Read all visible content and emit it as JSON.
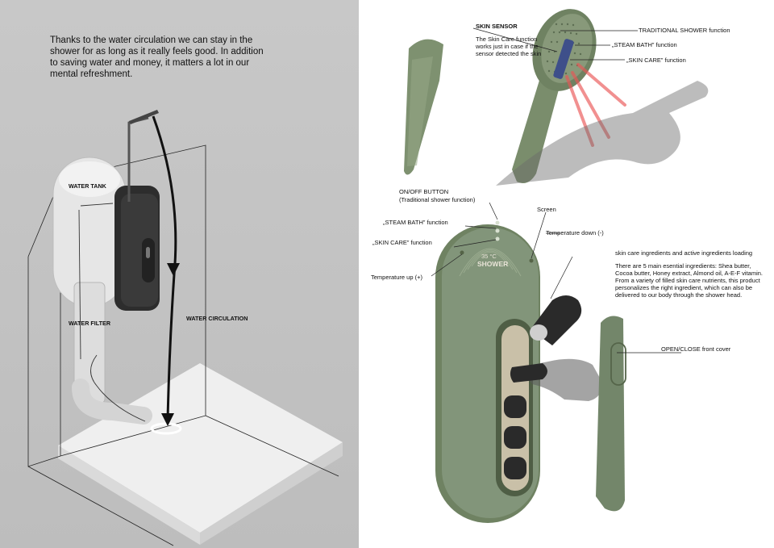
{
  "left": {
    "intro_text": " Thanks to the water circulation we can stay in the shower for as long as it really feels good. In addition to saving water and money, it matters a lot in our mental refreshment.",
    "labels": {
      "water_tank": "WATER TANK",
      "water_filter": "WATER FILTER",
      "water_circulation": "WATER CIRCULATION"
    }
  },
  "right": {
    "head_labels": {
      "skin_sensor_title": "SKIN SENSOR",
      "skin_sensor_desc": "The Skin Care function works just in case if the sensor detected the skin",
      "traditional": "TRADITIONAL SHOWER function",
      "steam_bath": "„STEAM BATH” function",
      "skin_care": "„SKIN CARE” function"
    },
    "panel_labels": {
      "on_off": "ON/OFF BUTTON",
      "on_off_sub": "(Traditional shower function)",
      "steam_bath": "„STEAM BATH” function",
      "skin_care": "„SKIN CARE” function",
      "screen": "Screen",
      "temp_down": "Temperature down (-)",
      "temp_up": "Temperature up (+)"
    },
    "display": {
      "temperature": "35 °C",
      "brand": "SHOWER"
    },
    "ingredients": {
      "title": "skin care ingredients and active ingredients loading",
      "desc": "There are 5 main esential ingredients: Shea butter, Cocoa butter, Honey extract, Almond oil, A-E-F vitamin. From a variety of filled skin care nutrients, this product personalizes  the right ingredient, which can also be delivered to our body through the shower head."
    },
    "cover_label": "OPEN/CLOSE front cover"
  },
  "colors": {
    "left_bg": "#c4c4c4",
    "device_green": "#7d9070",
    "device_dark": "#5b6c54",
    "capsule_black": "#2a2a2a",
    "sensor_red": "#e84a4a"
  }
}
